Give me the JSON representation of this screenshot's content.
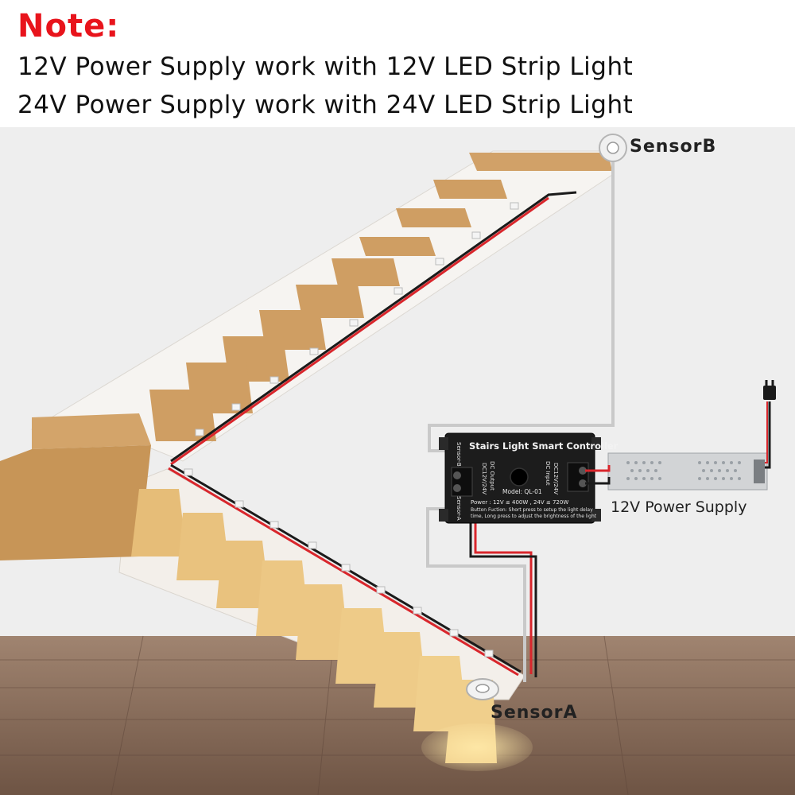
{
  "note": {
    "title": "Note:",
    "line1": "12V  Power Supply work with 12V LED Strip Light",
    "line2": "24V  Power Supply work with 24V LED Strip Light"
  },
  "sensors": {
    "sensor_b": "SensorB",
    "sensor_a": "SensorA"
  },
  "power_supply": {
    "label": "12V Power Supply"
  },
  "controller": {
    "title": "Stairs Light Smart Controller",
    "model": "Model:  QL-01",
    "power": "Power :  12V ≤ 400W ,  24V ≤ 720W",
    "function_1": "Button Fuction:  Short press to setup the light delay",
    "function_2": "time, Long press to adjust the brightness of the light",
    "sensor_b_port": "Sensor-B",
    "sensor_a_port": "Sensor-A",
    "dc_output": "DC Output",
    "dc_input": "DC Input",
    "voltage": "DC12V/24V"
  },
  "colors": {
    "note_red": "#e8141c",
    "wire_red": "#d9262c",
    "wire_black": "#1a1a1a",
    "sensor_cable": "#c9c9c9",
    "controller_body": "#1c1c1c",
    "wood_tread": "#c89a5e",
    "floor": "#8a6e5a",
    "wall": "#ededed"
  }
}
